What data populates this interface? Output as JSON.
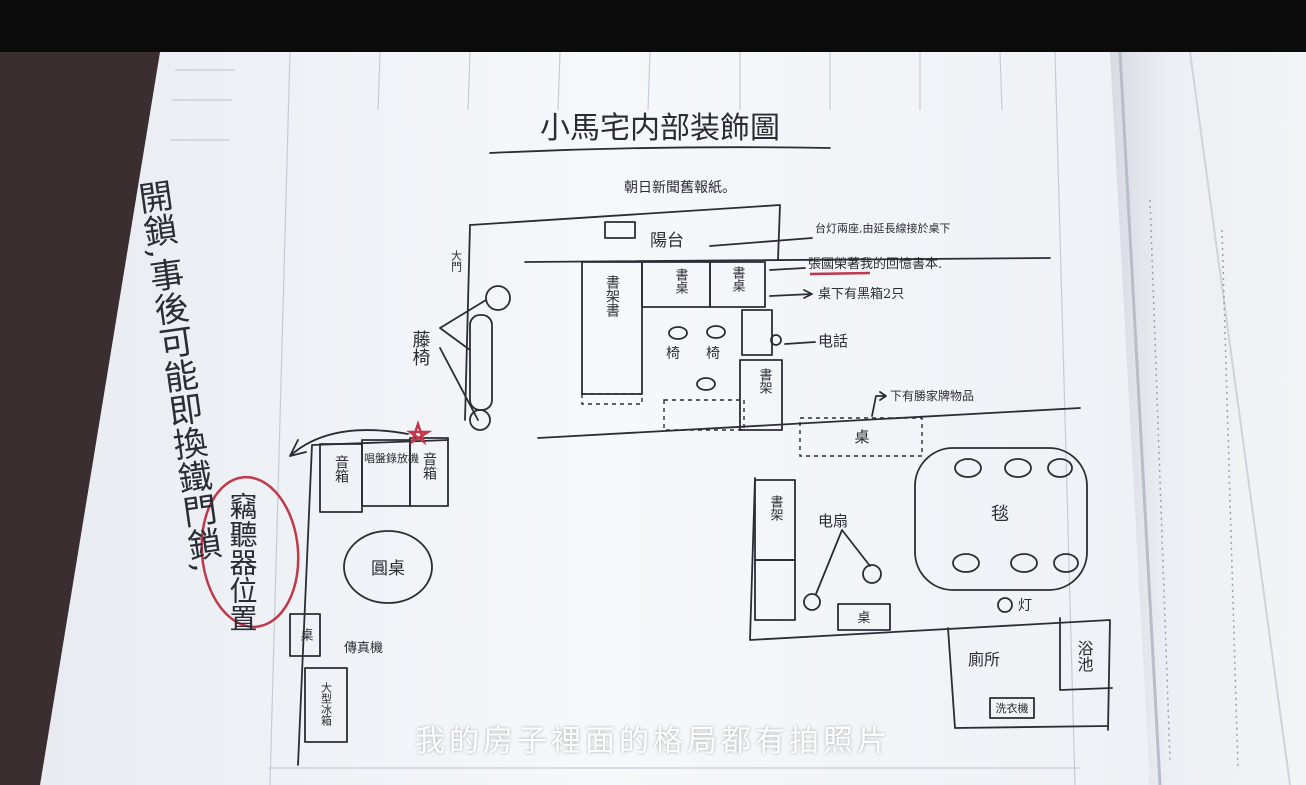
{
  "subtitle": "我的房子裡面的格局都有拍照片",
  "sketch": {
    "title": "小馬宅内部装飾圖",
    "newspaper_note": "朝日新聞舊報紙。",
    "lamp_note": "台灯兩座,由延長線接於桌下",
    "hide_note": "張國榮著我的回憶書本.",
    "box_note": "桌下有黑箱2只",
    "phone_note": "电話",
    "item_note": "下有勝家牌物品",
    "rattan_chair": "藤椅",
    "door": "大門",
    "balcony": "陽台",
    "bookshelf_left": "書架書",
    "desk": "書桌",
    "chairs": "椅",
    "bookshelf_right": "書架",
    "speaker": "音箱",
    "record_player": "唱盤錄放機",
    "round_table": "圓桌",
    "table": "桌",
    "fax": "傳真機",
    "fridge": "大型冰箱",
    "fan": "电扇",
    "rug": "毯",
    "lamp": "灯",
    "toilet": "廁所",
    "bath": "浴池",
    "washer": "洗衣機",
    "bug_position": "竊聽器位置",
    "margin_note": "開鎖,事後可能即換鐵門鎖,",
    "colors": {
      "ink": "#2a2d35",
      "red_circle": "#c0394b",
      "paper": "#f3f5f8"
    }
  }
}
